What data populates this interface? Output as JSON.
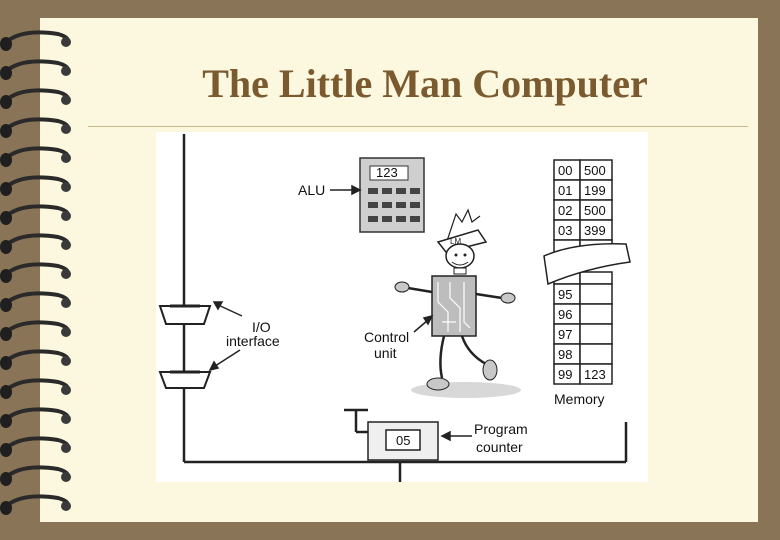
{
  "slide": {
    "title": "The Little Man Computer"
  },
  "labels": {
    "alu": "ALU",
    "io_line1": "I/O",
    "io_line2": "interface",
    "control_line1": "Control",
    "control_line2": "unit",
    "memory": "Memory",
    "pc_line1": "Program",
    "pc_line2": "counter",
    "cap_text": "LM"
  },
  "calculator": {
    "display": "123"
  },
  "program_counter": {
    "value": "05"
  },
  "memory_top": [
    {
      "addr": "00",
      "value": "500"
    },
    {
      "addr": "01",
      "value": "199"
    },
    {
      "addr": "02",
      "value": "500"
    },
    {
      "addr": "03",
      "value": "399"
    }
  ],
  "memory_bottom": [
    {
      "addr": "95",
      "value": ""
    },
    {
      "addr": "96",
      "value": ""
    },
    {
      "addr": "97",
      "value": ""
    },
    {
      "addr": "98",
      "value": ""
    },
    {
      "addr": "99",
      "value": "123"
    }
  ],
  "colors": {
    "frame": "#8a7458",
    "paper": "#fbf8df",
    "title": "#7a5a2e",
    "ring": "#2a2a2a"
  }
}
